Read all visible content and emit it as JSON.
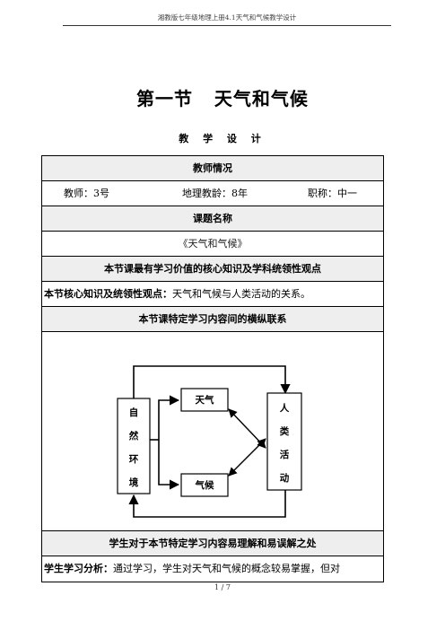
{
  "header": {
    "running_title": "湘教版七年级地理上册4.1天气和气候教学设计"
  },
  "title": "第一节   天气和气候",
  "subtitle": "教 学 设 计",
  "sections": {
    "teacher": {
      "heading": "教师情况",
      "name": "教师：3号",
      "years": "地理教龄：8年",
      "rank": "职称：中一"
    },
    "topic": {
      "heading": "课题名称",
      "value": "《天气和气候》"
    },
    "core": {
      "heading": "本节课最有学习价值的核心知识及学科统领性观点",
      "label": "本节核心知识及统领性观点：",
      "text": "天气和气候与人类活动的关系。"
    },
    "links": {
      "heading": "本节课特定学习内容间的横纵联系",
      "diagram": {
        "left_box": [
          "自",
          "然",
          "环",
          "境"
        ],
        "right_box": [
          "人",
          "类",
          "活",
          "动"
        ],
        "top_box": "天气",
        "bottom_box": "气候"
      }
    },
    "difficulty": {
      "heading": "学生对于本节特定学习内容易理解和易误解之处",
      "label": "学生学习分析：",
      "text": "通过学习，学生对天气和气候的概念较易掌握，但对"
    }
  },
  "footer": {
    "page": "1 / 7"
  }
}
